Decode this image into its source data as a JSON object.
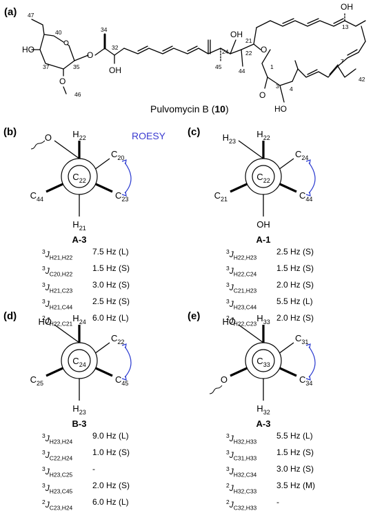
{
  "panel_a": {
    "label": "(a)",
    "compound_name": "Pulvomycin B (",
    "compound_number": "10",
    "compound_close": ")",
    "atom_labels": {
      "OH_top": "OH",
      "HO_sugar": "HO",
      "OH_32": "OH",
      "OH_23": "OH",
      "O_ester": "O",
      "HO_3": "HO",
      "n47": "47",
      "n40": "40",
      "n37": "37",
      "n35": "35",
      "n46": "46",
      "n34": "34",
      "n32": "32",
      "n45": "45",
      "n24": "24",
      "n44": "44",
      "n22": "22",
      "n21": "21",
      "n13": "13",
      "n1": "1",
      "n3": "3",
      "n4": "4",
      "n7": "7",
      "n42": "42"
    }
  },
  "panels": [
    {
      "label": "(b)",
      "center_main": "C",
      "center_sub": "22",
      "top_main": "H",
      "top_sub": "22",
      "ul_main": "O",
      "ul_sub": "",
      "ur_main": "C",
      "ur_sub": "20",
      "ll_main": "C",
      "ll_sub": "44",
      "lr_main": "C",
      "lr_sub": "23",
      "bottom_main": "H",
      "bottom_sub": "21",
      "roesy": "ROESY",
      "conformer": "A-3",
      "couplings": [
        {
          "sup": "3",
          "sub": "H21,H22",
          "value": "7.5 Hz (L)"
        },
        {
          "sup": "3",
          "sub": "C20,H22",
          "value": "1.5 Hz (S)"
        },
        {
          "sup": "3",
          "sub": "H21,C23",
          "value": "3.0 Hz (S)"
        },
        {
          "sup": "3",
          "sub": "H21,C44",
          "value": "2.5 Hz (S)"
        },
        {
          "sup": "2",
          "sub": "H22,C21",
          "value": "6.0 Hz (L)"
        }
      ]
    },
    {
      "label": "(c)",
      "center_main": "C",
      "center_sub": "22",
      "top_main": "H",
      "top_sub": "22",
      "ul_main": "H",
      "ul_sub": "23",
      "ur_main": "C",
      "ur_sub": "24",
      "ll_main": "C",
      "ll_sub": "21",
      "lr_main": "C",
      "lr_sub": "44",
      "bottom_main": "OH",
      "bottom_sub": "",
      "roesy": "",
      "conformer": "A-1",
      "couplings": [
        {
          "sup": "3",
          "sub": "H22,H23",
          "value": "2.5 Hz (S)"
        },
        {
          "sup": "3",
          "sub": "H22,C24",
          "value": "1.5 Hz (S)"
        },
        {
          "sup": "3",
          "sub": "C21,H23",
          "value": "2.0 Hz (S)"
        },
        {
          "sup": "3",
          "sub": "H23,C44",
          "value": "5.5 Hz (L)"
        },
        {
          "sup": "2",
          "sub": "H22,C23",
          "value": "2.0 Hz (S)"
        }
      ]
    },
    {
      "label": "(d)",
      "center_main": "C",
      "center_sub": "24",
      "top_main": "H",
      "top_sub": "24",
      "ul_main": "HO",
      "ul_sub": "",
      "ur_main": "C",
      "ur_sub": "22",
      "ll_main": "C",
      "ll_sub": "25",
      "lr_main": "C",
      "lr_sub": "45",
      "bottom_main": "H",
      "bottom_sub": "23",
      "roesy": "",
      "conformer": "B-3",
      "couplings": [
        {
          "sup": "3",
          "sub": "H23,H24",
          "value": "9.0 Hz (L)"
        },
        {
          "sup": "3",
          "sub": "C22,H24",
          "value": "1.0 Hz (S)"
        },
        {
          "sup": "3",
          "sub": "H23,C25",
          "value": "-"
        },
        {
          "sup": "3",
          "sub": "H23,C45",
          "value": "2.0 Hz (S)"
        },
        {
          "sup": "2",
          "sub": "C23,H24",
          "value": "6.0 Hz (L)"
        }
      ]
    },
    {
      "label": "(e)",
      "center_main": "C",
      "center_sub": "33",
      "top_main": "H",
      "top_sub": "33",
      "ul_main": "HO",
      "ul_sub": "",
      "ur_main": "C",
      "ur_sub": "31",
      "ll_main": "O",
      "ll_sub": "",
      "lr_main": "C",
      "lr_sub": "34",
      "bottom_main": "H",
      "bottom_sub": "32",
      "roesy": "",
      "conformer": "A-3",
      "couplings": [
        {
          "sup": "3",
          "sub": "H32,H33",
          "value": "5.5 Hz (L)"
        },
        {
          "sup": "3",
          "sub": "C31,H33",
          "value": "1.5 Hz (S)"
        },
        {
          "sup": "3",
          "sub": "H32,C34",
          "value": "3.0 Hz (S)"
        },
        {
          "sup": "2",
          "sub": "H32,C33",
          "value": "3.5 Hz (M)"
        },
        {
          "sup": "2",
          "sub": "C32,H33",
          "value": "-"
        }
      ]
    }
  ],
  "colors": {
    "roesy": "#3a3ad0",
    "arrow": "#2a3ad0",
    "line": "#000000"
  }
}
